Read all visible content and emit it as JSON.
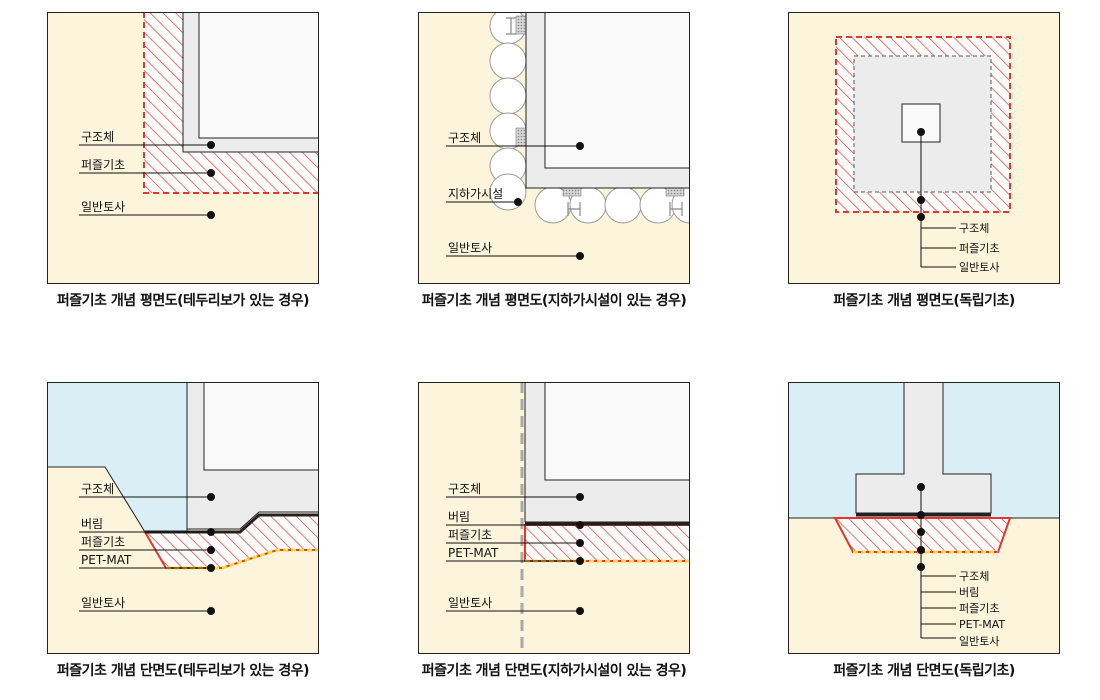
{
  "colors": {
    "soil": "#fdf4dc",
    "structure": "#ececec",
    "inner": "#f9f9f9",
    "water": "#d9eef5",
    "hatch": "#e8342b",
    "mat": "#f2dc3a"
  },
  "panels": [
    {
      "caption": "퍼즐기초 개념 평면도(테두리보가 있는 경우)",
      "labels": [
        "구조체",
        "퍼즐기초",
        "일반토사"
      ]
    },
    {
      "caption": "퍼즐기초 개념 평면도(지하가시설이 있는 경우)",
      "labels": [
        "구조체",
        "지하가시설",
        "일반토사"
      ]
    },
    {
      "caption": "퍼즐기초 개념 평면도(독립기초)",
      "labels": [
        "구조체",
        "퍼즐기초",
        "일반토사"
      ]
    },
    {
      "caption": "퍼즐기초 개념 단면도(테두리보가 있는 경우)",
      "labels": [
        "구조체",
        "버림",
        "퍼즐기초",
        "PET-MAT",
        "일반토사"
      ]
    },
    {
      "caption": "퍼즐기초 개념 단면도(지하가시설이 있는 경우)",
      "labels": [
        "구조체",
        "버림",
        "퍼즐기초",
        "PET-MAT",
        "일반토사"
      ]
    },
    {
      "caption": "퍼즐기초 개념 단면도(독립기초)",
      "labels": [
        "구조체",
        "버림",
        "퍼즐기초",
        "PET-MAT",
        "일반토사"
      ]
    }
  ]
}
